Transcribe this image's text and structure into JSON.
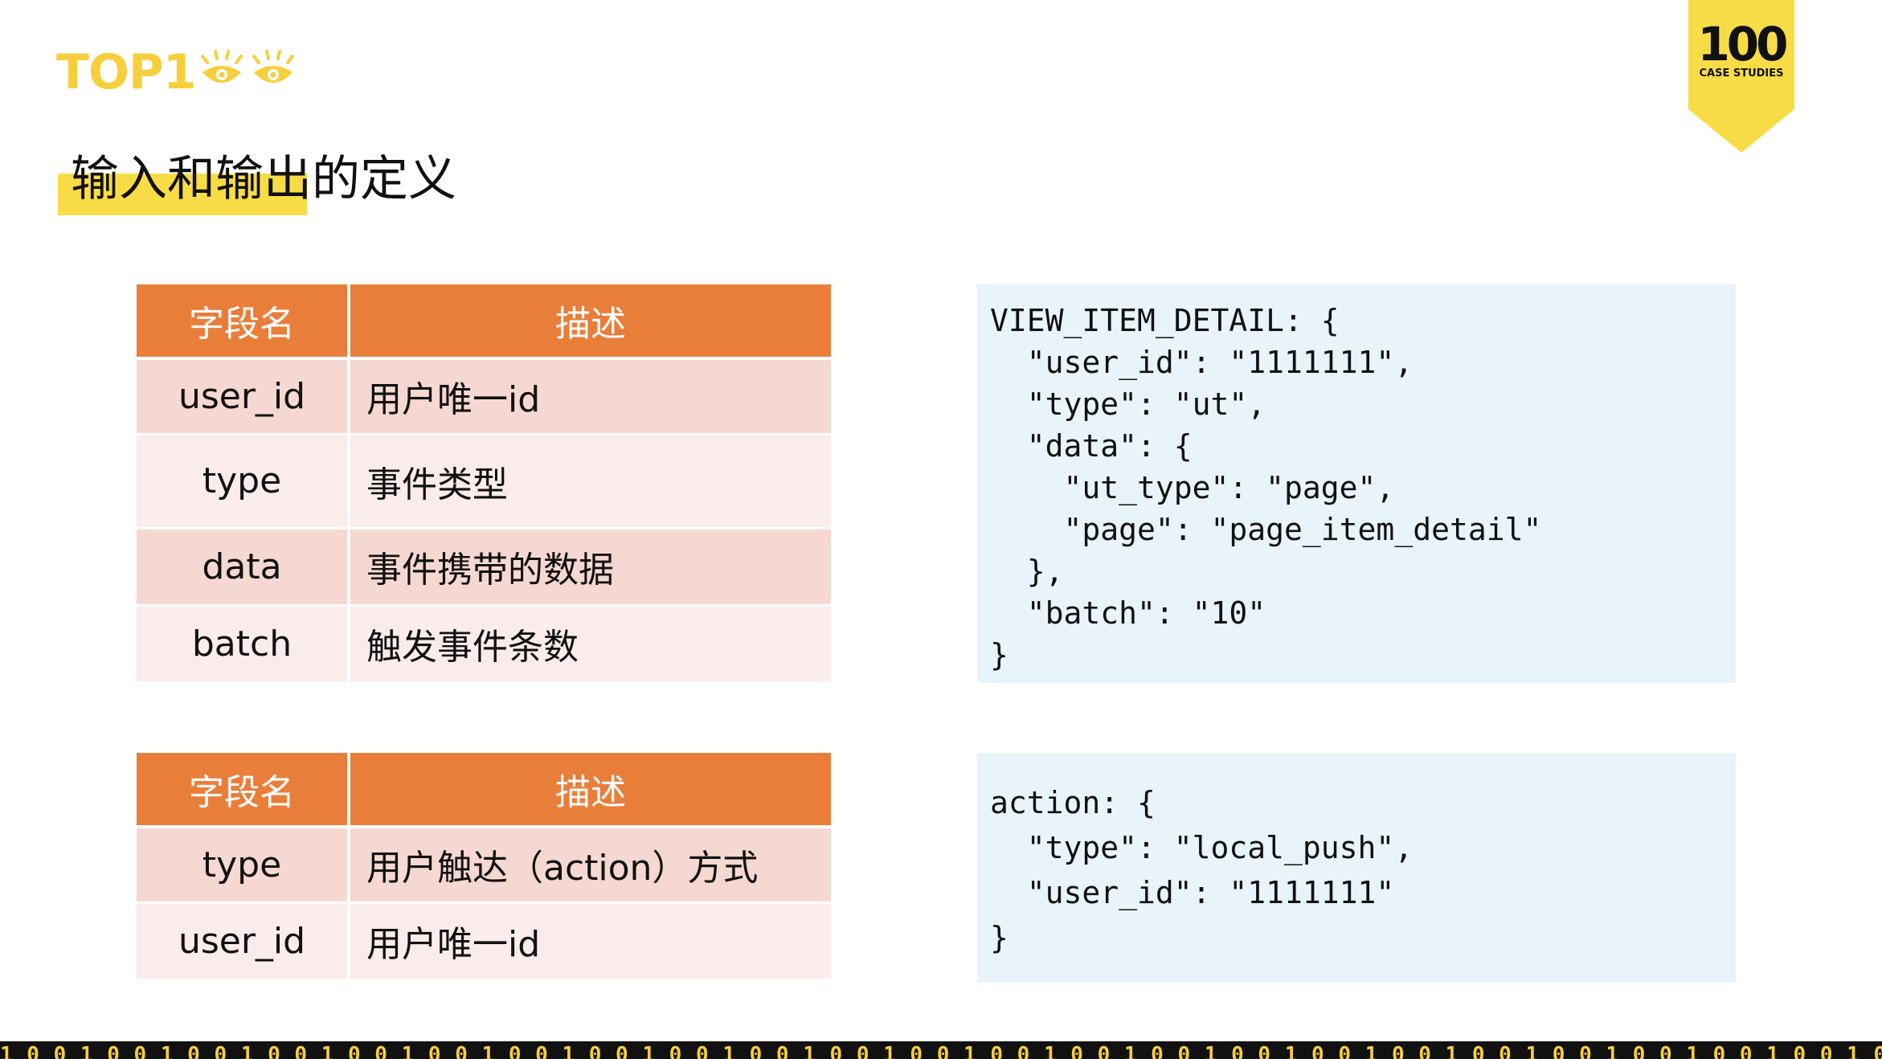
{
  "logo": {
    "text": "TOP1"
  },
  "badge": {
    "number": "100",
    "subtitle": "CASE STUDIES"
  },
  "title": "输入和输出的定义",
  "input_table": {
    "headers": [
      "字段名",
      "描述"
    ],
    "rows": [
      {
        "name": "user_id",
        "desc": "用户唯一id"
      },
      {
        "name": "type",
        "desc": "事件类型"
      },
      {
        "name": "data",
        "desc": "事件携带的数据"
      },
      {
        "name": "batch",
        "desc": "触发事件条数"
      }
    ]
  },
  "output_table": {
    "headers": [
      "字段名",
      "描述"
    ],
    "rows": [
      {
        "name": "type",
        "desc": "用户触达（action）方式"
      },
      {
        "name": "user_id",
        "desc": "用户唯一id"
      }
    ]
  },
  "input_example": "VIEW_ITEM_DETAIL: {\n  \"user_id\": \"1111111\",\n  \"type\": \"ut\",\n  \"data\": {\n    \"ut_type\": \"page\",\n    \"page\": \"page_item_detail\"\n  },\n  \"batch\": \"10\"\n}",
  "output_example": "action: {\n  \"type\": \"local_push\",\n  \"user_id\": \"1111111\"\n}",
  "footer_binary": "1 0 0 1 0 0 1 0 0 1 0 0 1 0 0 1 0 0 1 0 0 1 0 0 1 0 0 1 0 0 1 0 0 1 0 0 1 0 0 1 0 0 1 0 0 1 0 0 1 0 0 1 0 0 1 0 0 1 0 0 1 0 0 1 0 0 1 0 0 1 0 0 1 0 0 1 0 0 1 0 0 1 0 0 1 0 0 1 0 0 1 0 0 1 0 0 1 0 0 1 0 0 1 0 0 1 0 0 1 0 0 1 0 0 1 0 0 1 0 0 1 0 0 1 0 0",
  "colors": {
    "brand_yellow": "#f7cf3c",
    "header_orange": "#e97e3b",
    "row_dark": "#f5d8d1",
    "row_light": "#faeceb",
    "code_bg": "#e8f3fa"
  }
}
